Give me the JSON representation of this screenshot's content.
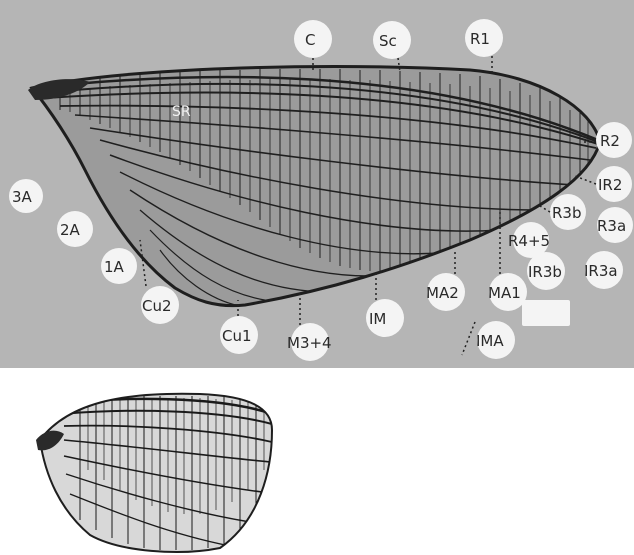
{
  "figure": {
    "top_panel": {
      "labels": {
        "C": "C",
        "Sc": "Sc",
        "R1": "R1",
        "R2": "R2",
        "IR2": "IR2",
        "R3a": "R3a",
        "R3b": "R3b",
        "IR3a": "IR3a",
        "IR3b": "IR3b",
        "R45": "R4+5",
        "MA1": "MA1",
        "IMA": "IMA",
        "MA2": "MA2",
        "IM": "IM",
        "M34": "M3+4",
        "Cu1": "Cu1",
        "Cu2": "Cu2",
        "A1": "1A",
        "A2": "2A",
        "A3": "3A",
        "SR": "SR"
      }
    },
    "bottom_panel": {}
  }
}
